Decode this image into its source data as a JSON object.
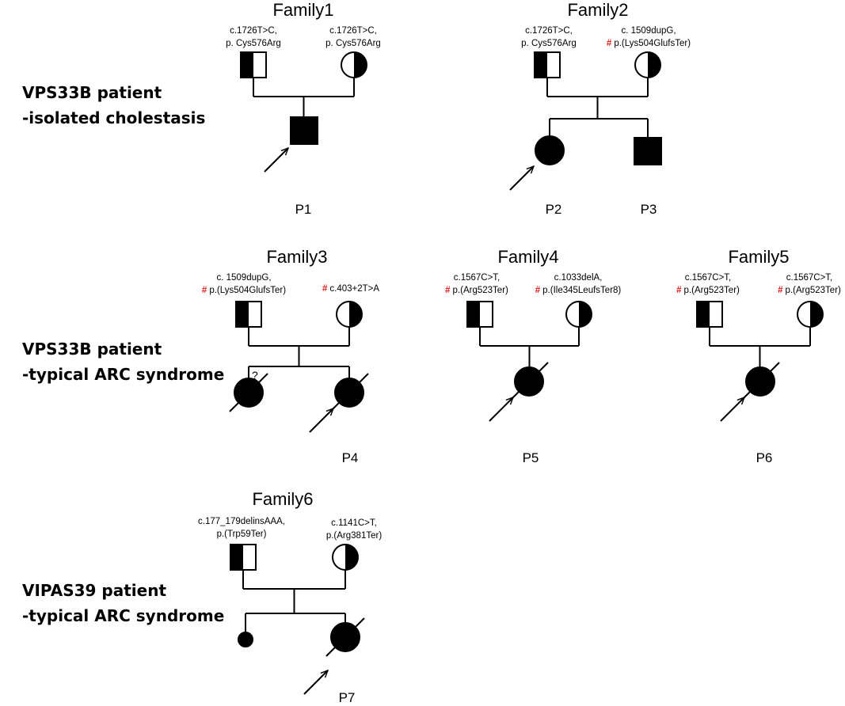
{
  "groups": [
    {
      "line1": "VPS33B patient",
      "line2": "-isolated cholestasis"
    },
    {
      "line1": "VPS33B patient",
      "line2": "-typical ARC syndrome"
    },
    {
      "line1": "VIPAS39 patient",
      "line2": "-typical ARC syndrome"
    }
  ],
  "families": [
    {
      "title": "Family1",
      "father_variant": {
        "line1": "c.1726T>C,",
        "line2": "p. Cys576Arg",
        "flag_line": 0
      },
      "mother_variant": {
        "line1": "c.1726T>C,",
        "line2": "p. Cys576Arg",
        "flag_line": 0
      },
      "patients": [
        "P1"
      ]
    },
    {
      "title": "Family2",
      "father_variant": {
        "line1": "c.1726T>C,",
        "line2": "p. Cys576Arg",
        "flag_line": 0
      },
      "mother_variant": {
        "line1": "c. 1509dupG,",
        "line2": "p.(Lys504GlufsTer)",
        "flag_line": 2
      },
      "patients": [
        "P2",
        "P3"
      ]
    },
    {
      "title": "Family3",
      "father_variant": {
        "line1": "c. 1509dupG,",
        "line2": "p.(Lys504GlufsTer)",
        "flag_line": 2
      },
      "mother_variant": {
        "line1": "c.403+2T>A",
        "line2": "",
        "flag_line": 1
      },
      "unknown_mark": "?",
      "patients": [
        "P4"
      ]
    },
    {
      "title": "Family4",
      "father_variant": {
        "line1": "c.1567C>T,",
        "line2": "p.(Arg523Ter)",
        "flag_line": 2
      },
      "mother_variant": {
        "line1": "c.1033delA,",
        "line2": "p.(Ile345LeufsTer8)",
        "flag_line": 2
      },
      "patients": [
        "P5"
      ]
    },
    {
      "title": "Family5",
      "father_variant": {
        "line1": "c.1567C>T,",
        "line2": "p.(Arg523Ter)",
        "flag_line": 2
      },
      "mother_variant": {
        "line1": "c.1567C>T,",
        "line2": "p.(Arg523Ter)",
        "flag_line": 2
      },
      "patients": [
        "P6"
      ]
    },
    {
      "title": "Family6",
      "father_variant": {
        "line1": "c.177_179delinsAAA,",
        "line2": "p.(Trp59Ter)",
        "flag_line": 0
      },
      "mother_variant": {
        "line1": "c.1141C>T,",
        "line2": "p.(Arg381Ter)",
        "flag_line": 0
      },
      "patients": [
        "P7"
      ]
    }
  ],
  "flag_symbol": "#",
  "colors": {
    "ink": "#000000",
    "flag": "#e01b1b"
  }
}
